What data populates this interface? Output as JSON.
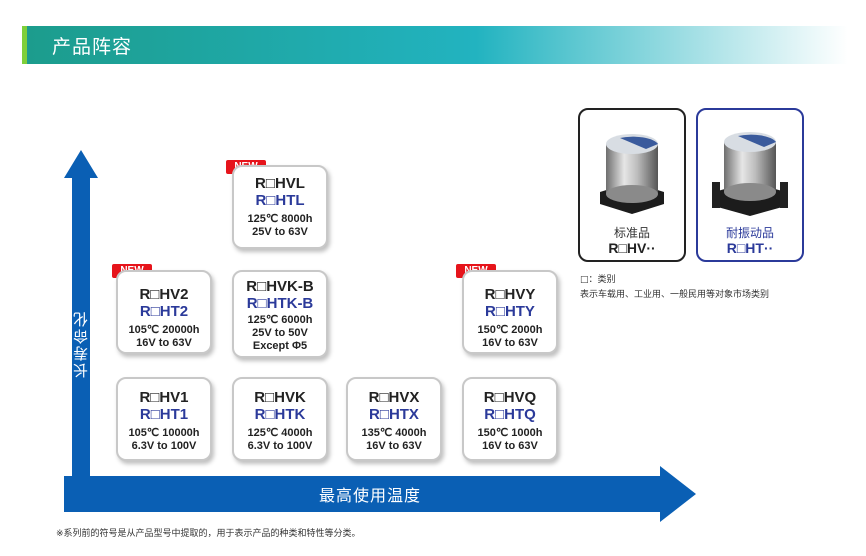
{
  "banner": {
    "title": "产品阵容"
  },
  "axes": {
    "y_label": "长寿命化",
    "x_label": "最高使用温度"
  },
  "cards": {
    "hvl": {
      "line1": "R□HVL",
      "line2": "R□HTL",
      "spec1": "125℃ 8000h",
      "spec2": "25V to 63V",
      "badge": "NEW"
    },
    "hv2": {
      "line1": "R□HV2",
      "line2": "R□HT2",
      "spec1": "105℃ 20000h",
      "spec2": "16V to 63V",
      "badge": "NEW"
    },
    "hvkb": {
      "line1": "R□HVK-B",
      "line2": "R□HTK-B",
      "spec1": "125℃ 6000h",
      "spec2": "25V to 50V",
      "spec3": "Except Φ5"
    },
    "hvy": {
      "line1": "R□HVY",
      "line2": "R□HTY",
      "spec1": "150℃ 2000h",
      "spec2": "16V to 63V",
      "badge": "NEW"
    },
    "hv1": {
      "line1": "R□HV1",
      "line2": "R□HT1",
      "spec1": "105℃ 10000h",
      "spec2": "6.3V to 100V"
    },
    "hvk": {
      "line1": "R□HVK",
      "line2": "R□HTK",
      "spec1": "125℃ 4000h",
      "spec2": "6.3V to 100V"
    },
    "hvx": {
      "line1": "R□HVX",
      "line2": "R□HTX",
      "spec1": "135℃ 4000h",
      "spec2": "16V to 63V"
    },
    "hvq": {
      "line1": "R□HVQ",
      "line2": "R□HTQ",
      "spec1": "150℃ 1000h",
      "spec2": "16V to 63V"
    }
  },
  "products": {
    "standard": {
      "name": "标准品",
      "code": "R□HV··"
    },
    "vibration": {
      "name": "耐振动品",
      "code": "R□HT··"
    }
  },
  "notes": {
    "symbol": "□：类别",
    "categories": "表示车载用、工业用、一般民用等对象市场类别",
    "footer": "※系列前的符号是从产品型号中提取的，用于表示产品的种类和特性等分类。"
  },
  "colors": {
    "axis": "#0a5fb4",
    "navy": "#2b3a9a",
    "badge": "#e6141b",
    "banner": "#1c9c8c"
  }
}
